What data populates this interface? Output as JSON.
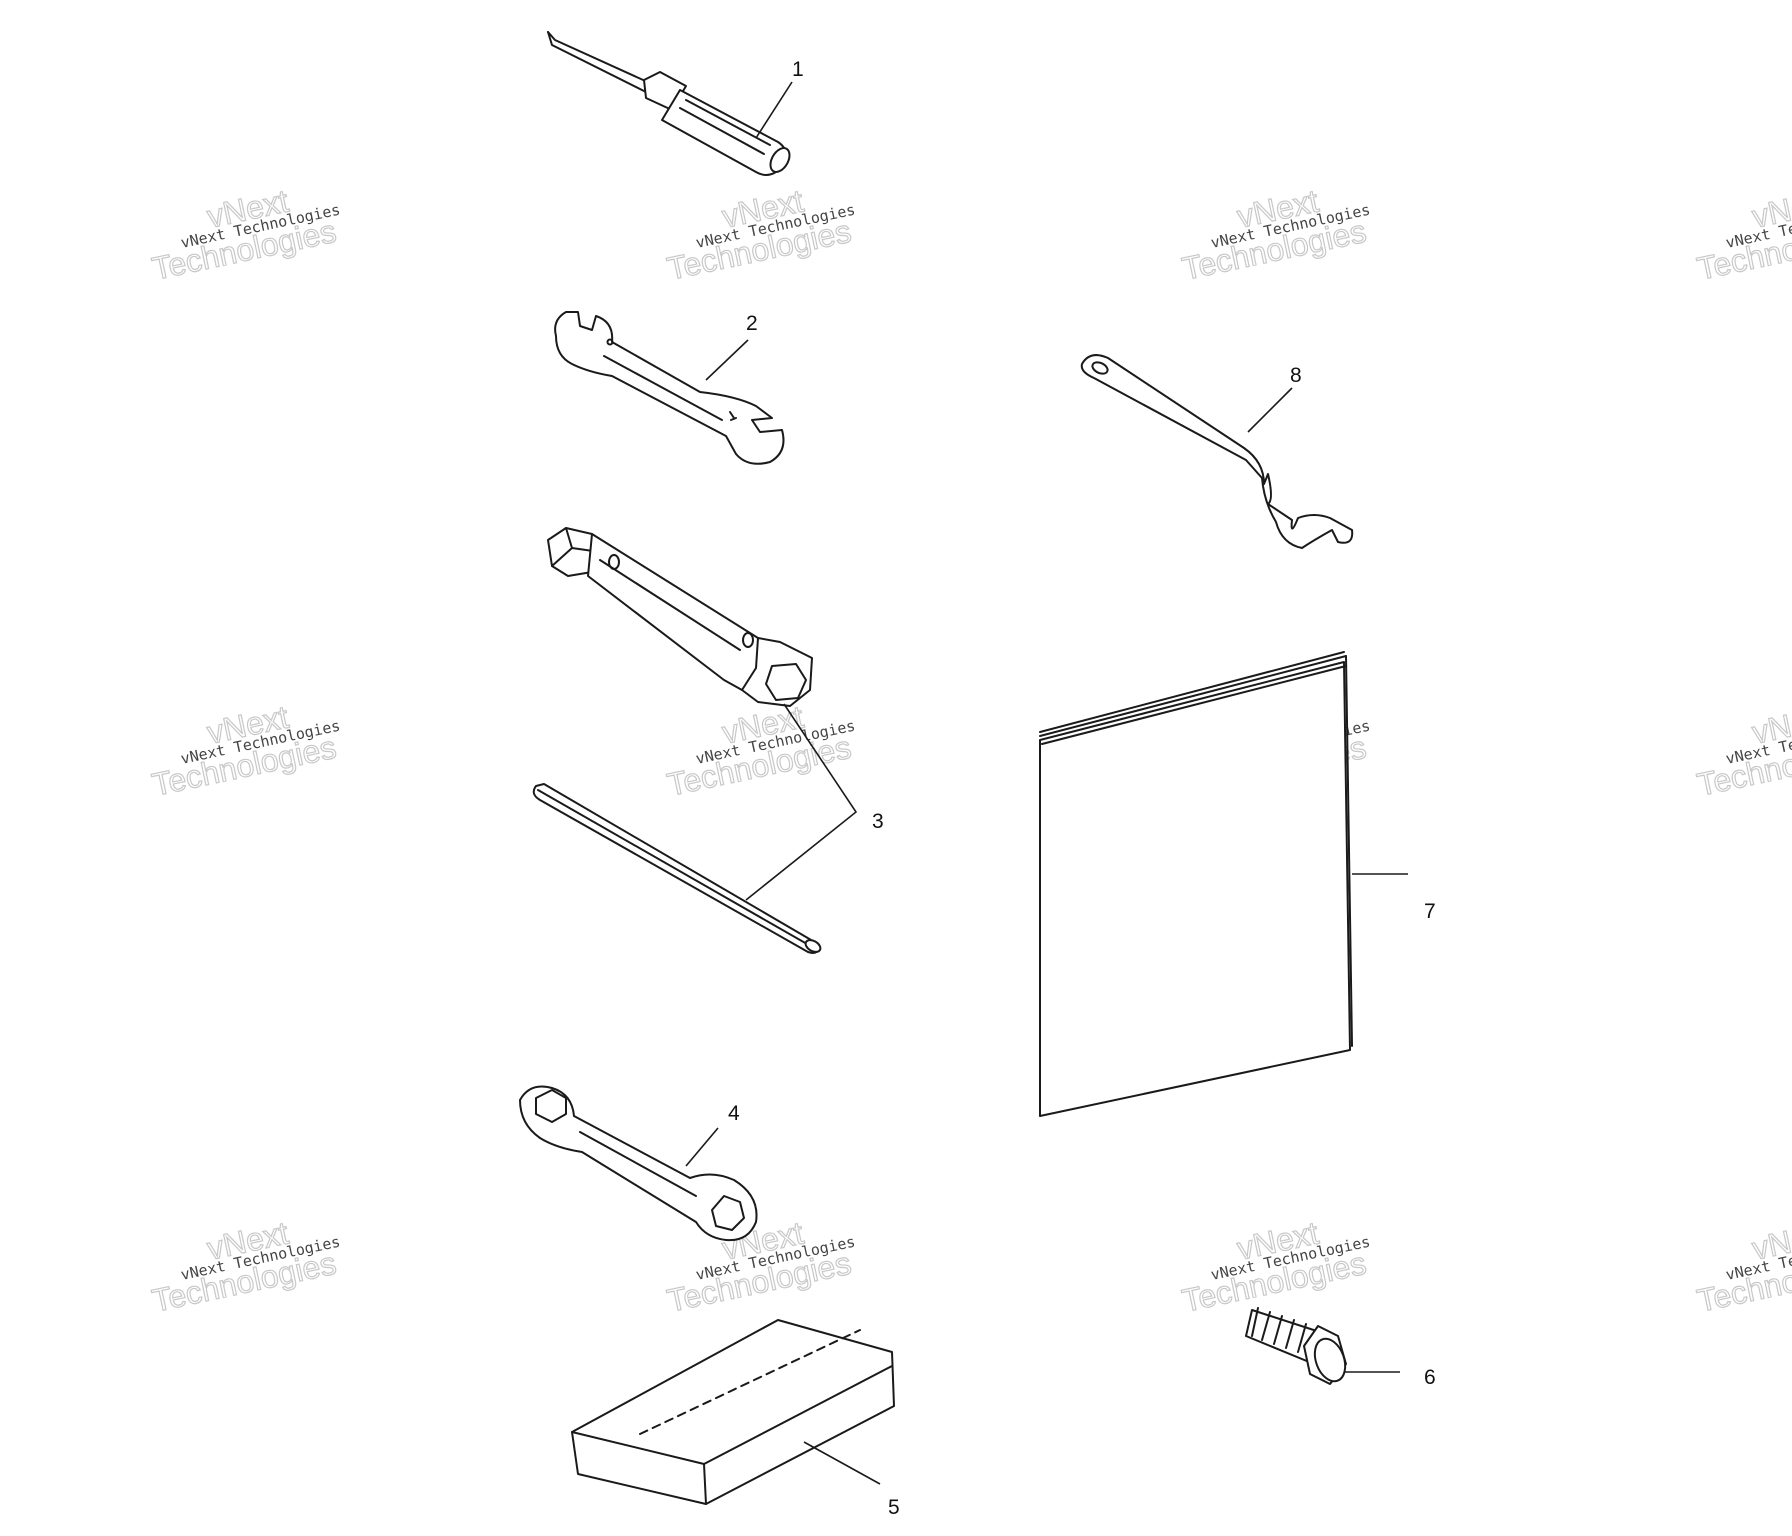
{
  "callouts": [
    "1",
    "2",
    "3",
    "4",
    "5",
    "6",
    "7",
    "8"
  ],
  "watermark": {
    "line_top": "vNext",
    "line_mid": "vNext Technologies",
    "line_bottom": "Technologies"
  },
  "colors": {
    "ink": "#1a1a1a",
    "watermark": "#c8c8c8"
  }
}
